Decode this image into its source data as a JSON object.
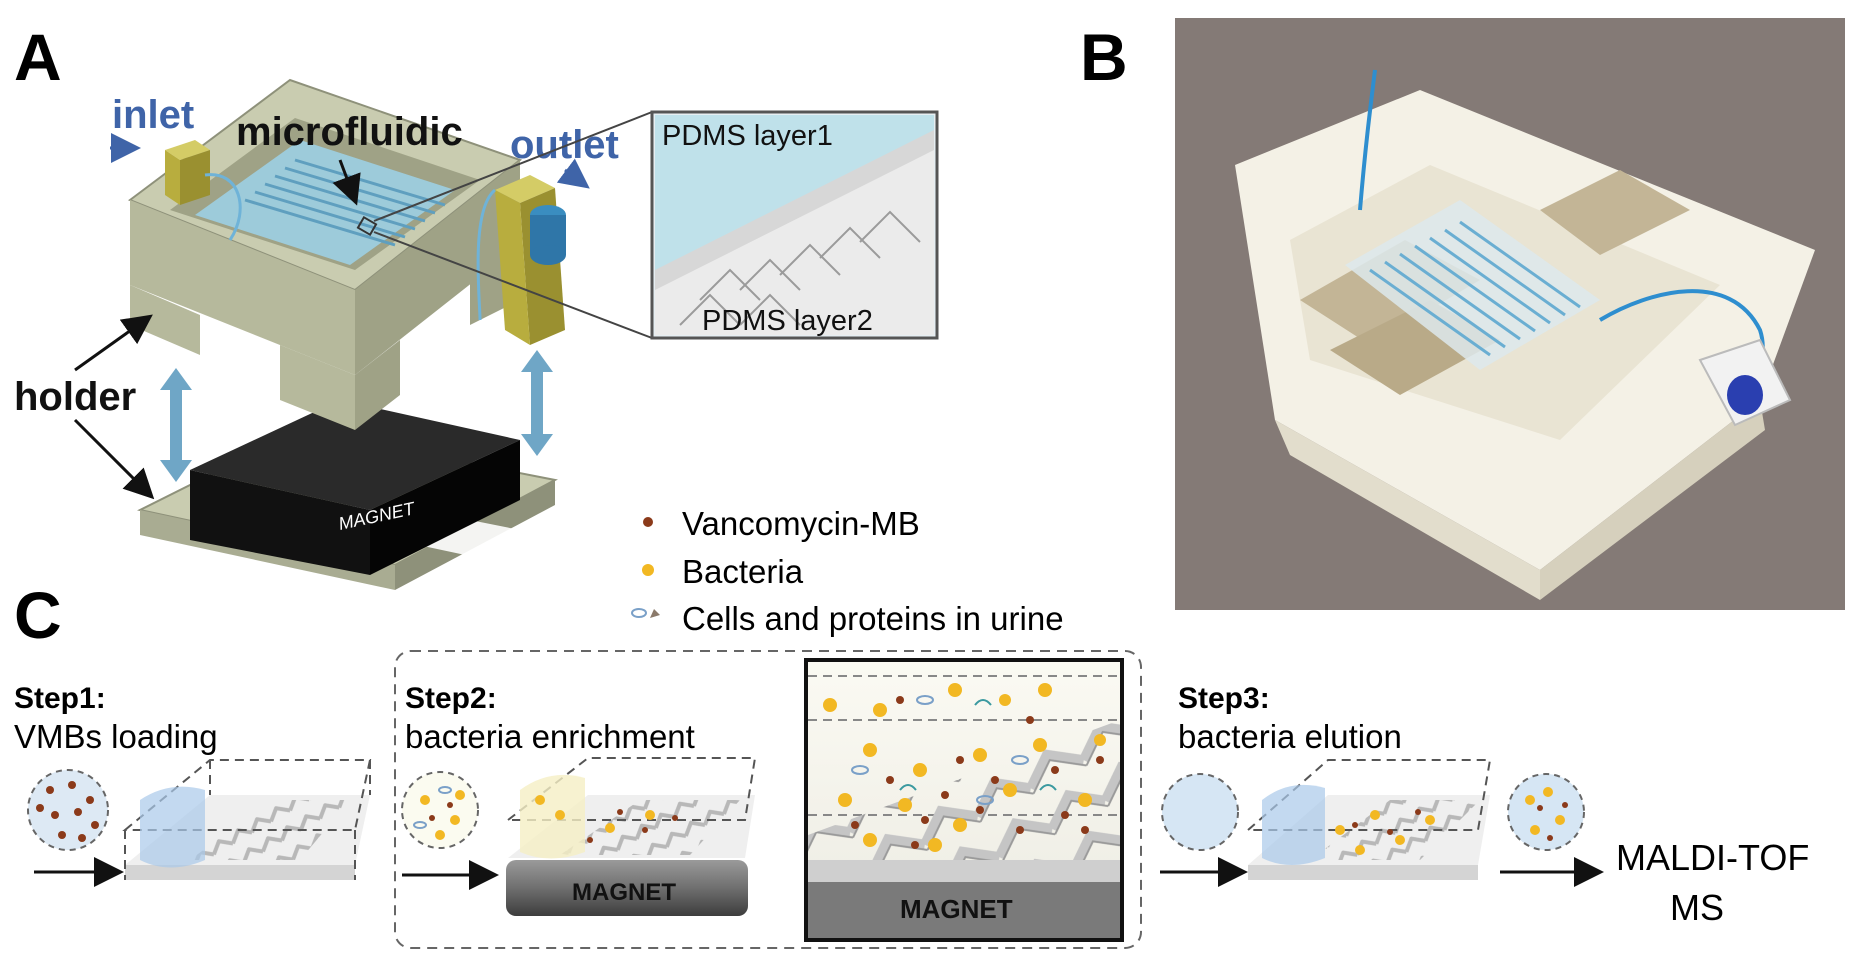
{
  "panels": {
    "a": {
      "letter": "A",
      "inlet": "inlet",
      "microfluidic": "microfluidic",
      "outlet": "outlet",
      "holder": "holder",
      "magnet": "MAGNET",
      "inset_layer1": "PDMS layer1",
      "inset_layer2": "PDMS layer2"
    },
    "b": {
      "letter": "B"
    },
    "c": {
      "letter": "C",
      "legend": [
        {
          "label": "Vancomycin-MB",
          "color": "#8b3a1a"
        },
        {
          "label": "Bacteria",
          "color": "#f2b823"
        },
        {
          "label": "Cells and proteins in urine",
          "color": "#7aa0c8"
        }
      ],
      "step1_title": "Step1:",
      "step1_desc": "VMBs loading",
      "step2_title": "Step2:",
      "step2_desc": "bacteria enrichment",
      "step2_magnet": "MAGNET",
      "zoom_magnet": "MAGNET",
      "step3_title": "Step3:",
      "step3_desc": "bacteria elution",
      "final_line1": "MALDI-TOF",
      "final_line2": "MS"
    }
  },
  "colors": {
    "blue_label": "#3f64a8",
    "holder": "#c9ccb0",
    "holder_dark": "#8e917a",
    "channel_blue": "#9ccfe3",
    "photo_bg": "#847a76",
    "magnet": "#111111"
  }
}
